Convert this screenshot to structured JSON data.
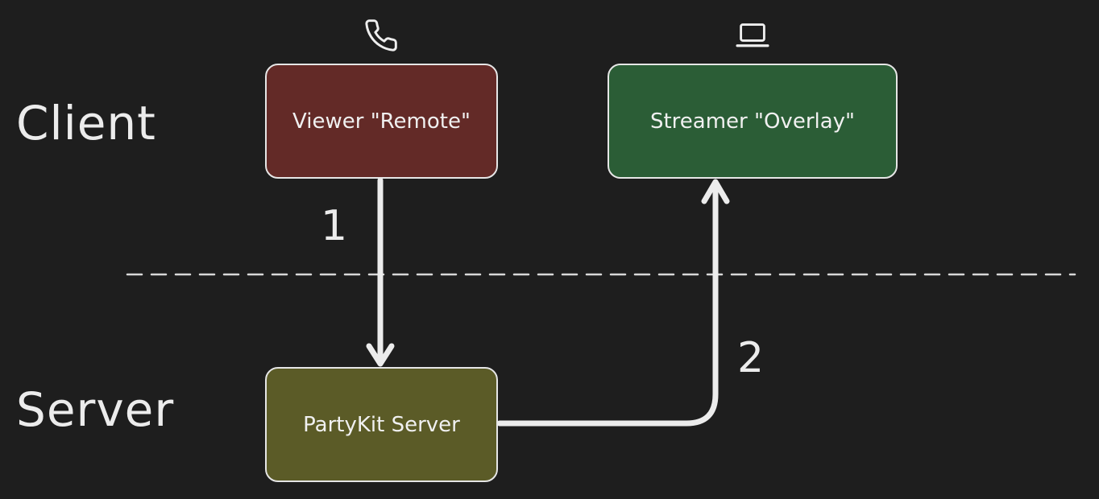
{
  "colors": {
    "background": "#1e1e1e",
    "stroke": "#e6e6e6",
    "viewer_fill": "#632a27",
    "streamer_fill": "#2b5d36",
    "server_fill": "#5b5b27"
  },
  "lanes": {
    "client": "Client",
    "server": "Server"
  },
  "nodes": {
    "viewer": {
      "label": "Viewer \"Remote\"",
      "icon": "phone-icon"
    },
    "streamer": {
      "label": "Streamer \"Overlay\"",
      "icon": "laptop-icon"
    },
    "server": {
      "label": "PartyKit Server"
    }
  },
  "edges": [
    {
      "from": "viewer",
      "to": "server",
      "label": "1"
    },
    {
      "from": "server",
      "to": "streamer",
      "label": "2"
    }
  ]
}
